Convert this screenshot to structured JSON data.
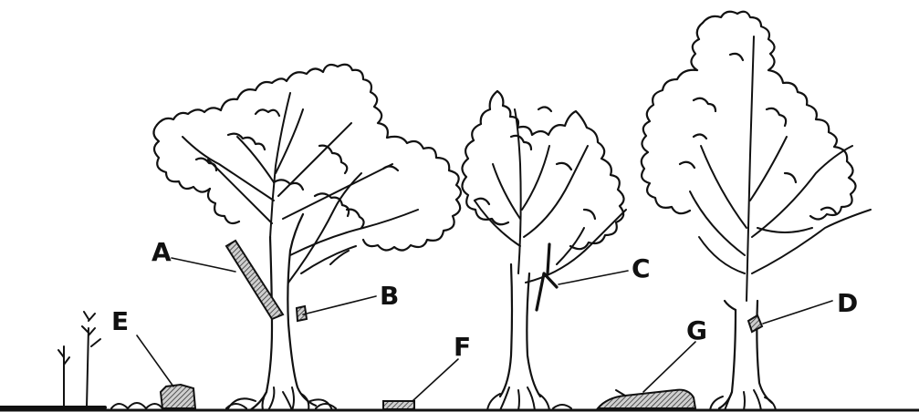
{
  "labels": {
    "a": "A",
    "b": "B",
    "c": "C",
    "d": "D",
    "e": "E",
    "f": "F",
    "g": "G"
  },
  "colors": {
    "ink": "#111111",
    "paper": "#ffffff",
    "hatch_fill": "#9a9a9a"
  }
}
